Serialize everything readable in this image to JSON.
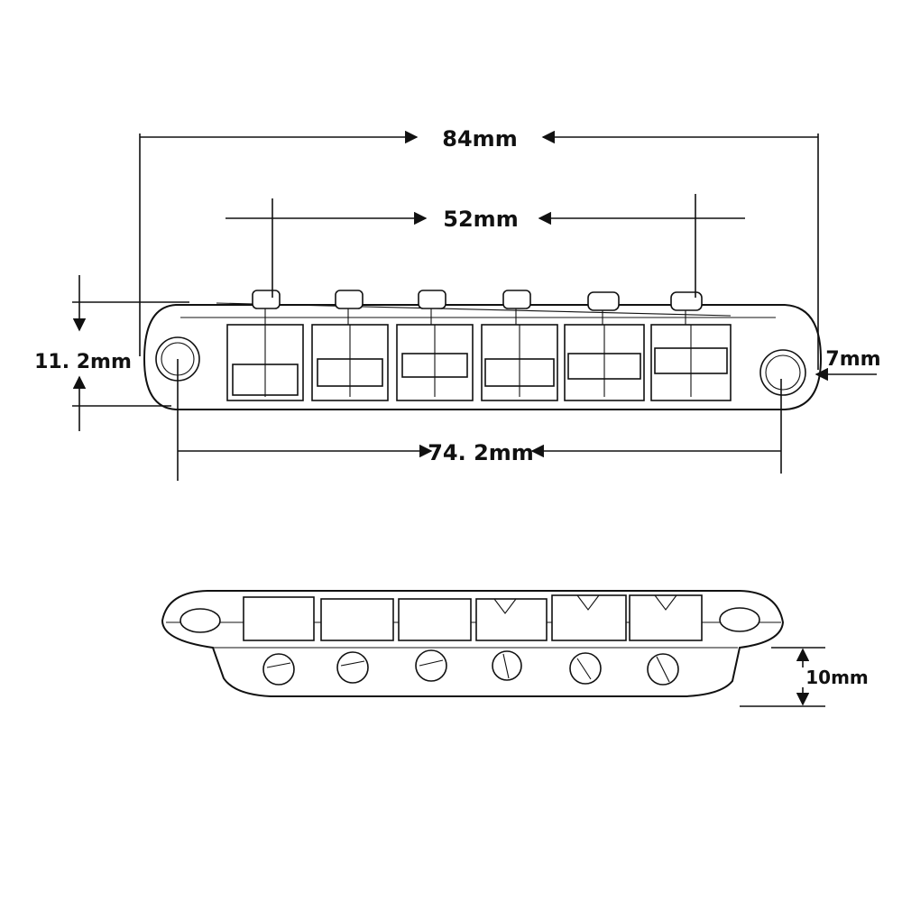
{
  "dimensions": {
    "overall_length": "84mm",
    "stud_spacing_adjust": "52mm",
    "height_top": "11. 2mm",
    "hole_diameter": "7mm",
    "stud_center_distance": "74. 2mm",
    "side_height": "10mm"
  },
  "views": [
    "top-view",
    "side-view"
  ],
  "saddle_count": 6
}
